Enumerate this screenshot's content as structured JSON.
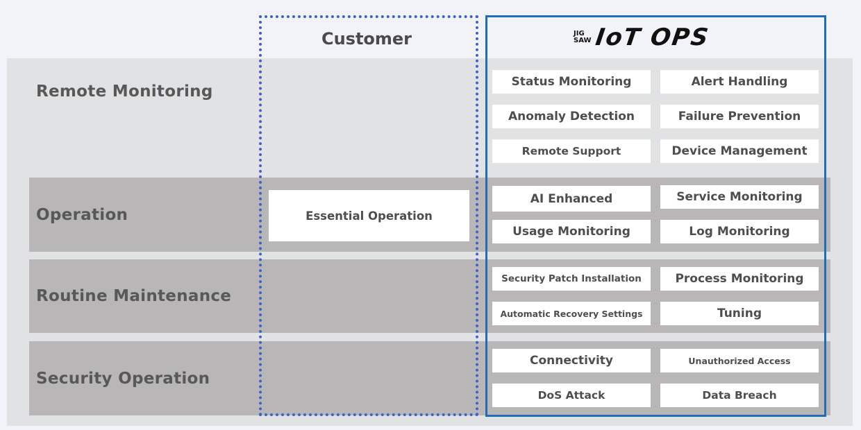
{
  "header": {
    "customer_label": "Customer",
    "logo": {
      "brand_top": "JIG",
      "brand_bottom": "SAW",
      "product": "IoT OPS"
    }
  },
  "rows": [
    {
      "label": "Remote Monitoring"
    },
    {
      "label": "Operation"
    },
    {
      "label": "Routine Maintenance"
    },
    {
      "label": "Security Operation"
    }
  ],
  "customer": {
    "items": [
      "Essential Operation"
    ]
  },
  "iot_ops": {
    "remote_monitoring": [
      "Status Monitoring",
      "Alert Handling",
      "Anomaly Detection",
      "Failure Prevention",
      "Remote Support",
      "Device Management"
    ],
    "operation": [
      "AI Enhanced",
      "Service Monitoring",
      "Usage Monitoring",
      "Log Monitoring"
    ],
    "routine_maintenance": [
      "Security Patch Installation",
      "Process Monitoring",
      "Automatic Recovery Settings",
      "Tuning"
    ],
    "security_operation": [
      "Connectivity",
      "Unauthorized Access",
      "DoS Attack",
      "Data Breach"
    ]
  },
  "colors": {
    "customer_border": "#3d63c9",
    "iot_border": "#1f6db8",
    "band": "#b8b6b7",
    "panel": "#e1e2e4"
  }
}
